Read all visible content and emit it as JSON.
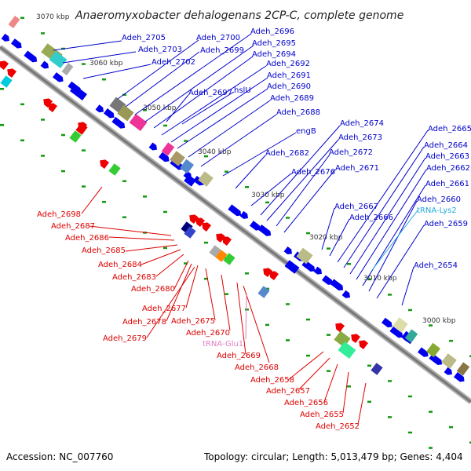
{
  "title": "Anaeromyxobacter dehalogenans 2CP-C, complete genome",
  "footer": {
    "accession": "Accession: NC_007760",
    "summary": "Topology: circular; Length: 5,013,479 bp; Genes: 4,404"
  },
  "colors": {
    "forward_label": "#0000cc",
    "reverse_label": "#dd0000",
    "trna_forward": "#22aadd",
    "trna_reverse": "#e080c0",
    "backbone": "#888888",
    "forward_gene": "#0000ee",
    "reverse_gene": "#ee0000",
    "tick_dot": "#119911"
  },
  "ticks": [
    "3070 kbp",
    "3060 kbp",
    "3050 kbp",
    "3040 kbp",
    "3030 kbp",
    "3020 kbp",
    "3010 kbp",
    "3000 kbp"
  ],
  "forward_labels": [
    "Adeh_2705",
    "Adeh_2703",
    "Adeh_2702",
    "Adeh_2700",
    "Adeh_2699",
    "Adeh_2696",
    "Adeh_2695",
    "Adeh_2694",
    "Adeh_2692",
    "Adeh_2691",
    "Adeh_2690",
    "hslU",
    "Adeh_2697",
    "Adeh_2689",
    "Adeh_2688",
    "engB",
    "Adeh_2682",
    "Adeh_2676",
    "Adeh_2674",
    "Adeh_2673",
    "Adeh_2672",
    "Adeh_2671",
    "Adeh_2667",
    "Adeh_2666",
    "Adeh_2665",
    "Adeh_2664",
    "Adeh_2663",
    "Adeh_2662",
    "Adeh_2661",
    "Adeh_2660",
    "tRNA-Lys2",
    "Adeh_2659",
    "Adeh_2654"
  ],
  "reverse_labels": [
    "Adeh_2698",
    "Adeh_2687",
    "Adeh_2686",
    "Adeh_2685",
    "Adeh_2684",
    "Adeh_2683",
    "Adeh_2680",
    "Adeh_2677",
    "Adeh_2678",
    "Adeh_2675",
    "Adeh_2679",
    "Adeh_2670",
    "tRNA-Glu1",
    "Adeh_2669",
    "Adeh_2668",
    "Adeh_2658",
    "Adeh_2657",
    "Adeh_2656",
    "Adeh_2655",
    "Adeh_2652"
  ]
}
